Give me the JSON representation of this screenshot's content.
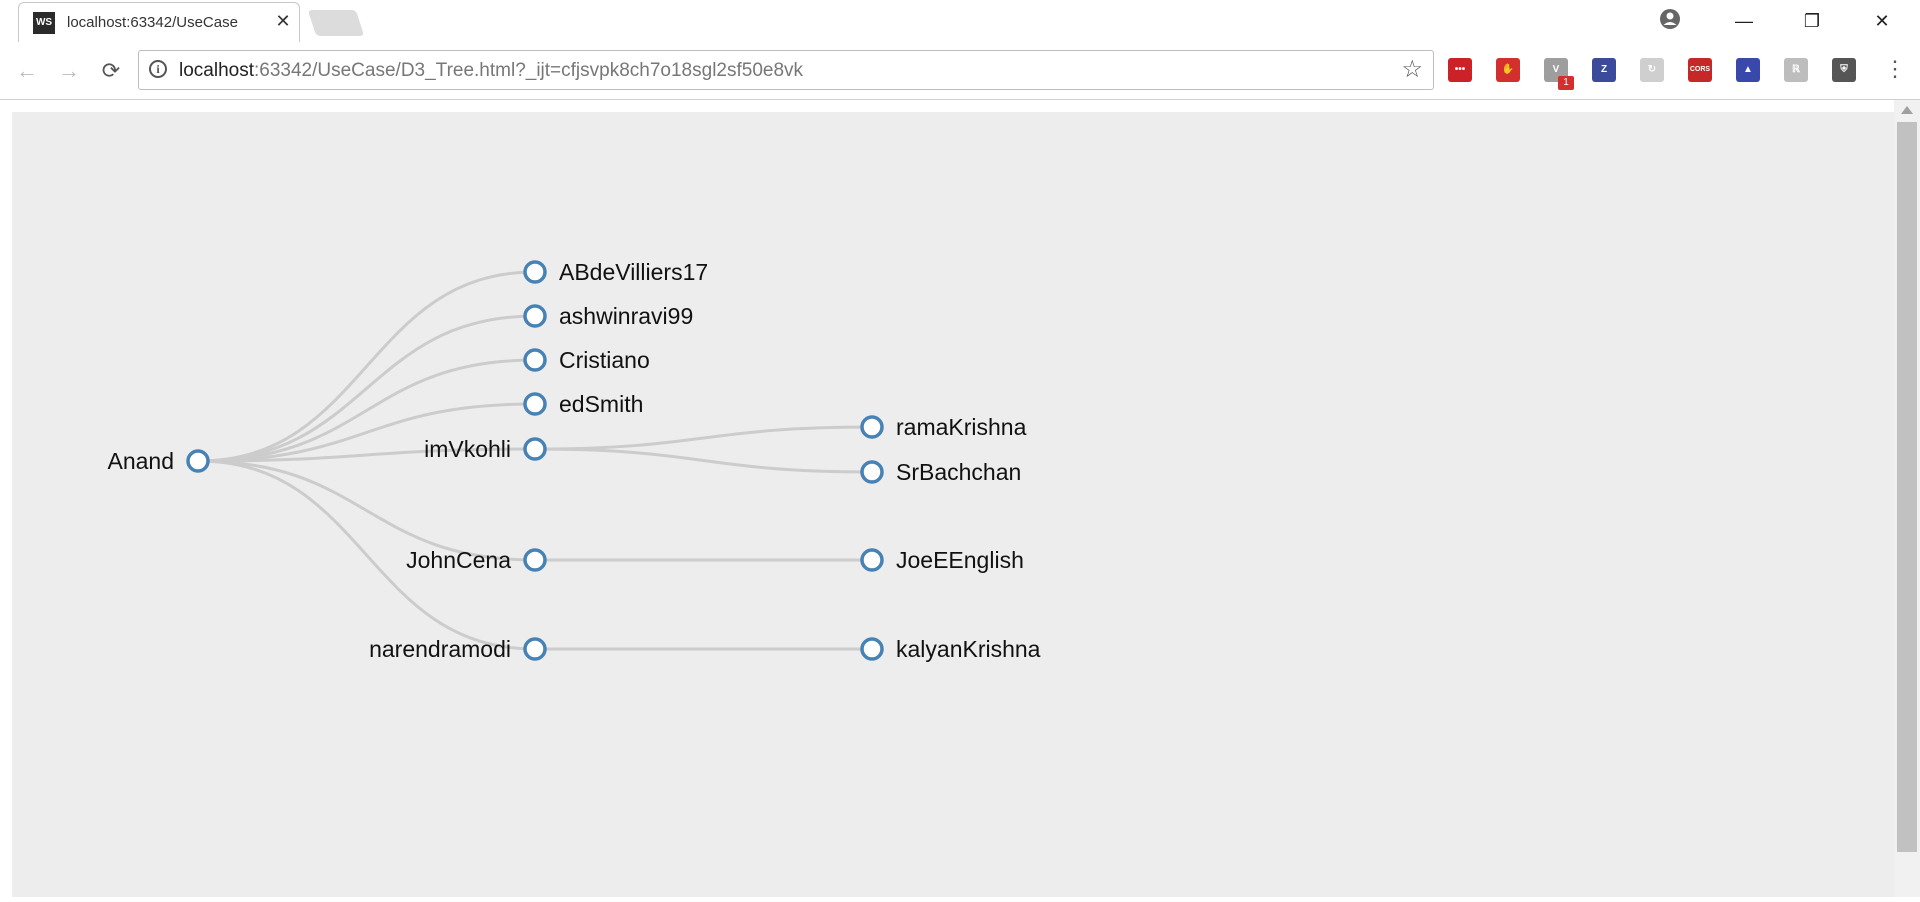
{
  "browser": {
    "tab": {
      "favicon_label": "WS",
      "title": "localhost:63342/UseCase",
      "close_glyph": "✕"
    },
    "window_controls": {
      "profile_icon": "profile-icon",
      "minimize": "—",
      "restore": "❐",
      "close": "✕"
    },
    "nav": {
      "back": "←",
      "forward": "→",
      "reload": "⟳"
    },
    "address": {
      "host": "localhost",
      "rest": ":63342/UseCase/D3_Tree.html?_ijt=cfjsvpk8ch7o18sgl2sf50e8vk"
    },
    "extensions": [
      {
        "name": "lastpass-extension-icon",
        "label": "•••",
        "color": "#cc2127"
      },
      {
        "name": "adblock-extension-icon",
        "label": "✋",
        "color": "#d32f2f"
      },
      {
        "name": "ublock-extension-icon",
        "label": "V",
        "color": "#9e9e9e",
        "badge": "1"
      },
      {
        "name": "zotero-extension-icon",
        "label": "Z",
        "color": "#3b4a9b"
      },
      {
        "name": "sync-extension-icon",
        "label": "↻",
        "color": "#cfcfcf"
      },
      {
        "name": "cors-extension-icon",
        "label": "CORS",
        "color": "#c62828"
      },
      {
        "name": "chart-extension-icon",
        "label": "▲",
        "color": "#3949ab"
      },
      {
        "name": "translate-extension-icon",
        "label": "ℝ",
        "color": "#bdbdbd"
      },
      {
        "name": "shield-extension-icon",
        "label": "⛨",
        "color": "#555555"
      }
    ]
  },
  "tree": {
    "root": "Anand",
    "children": [
      {
        "name": "ABdeVilliers17",
        "children": []
      },
      {
        "name": "ashwinravi99",
        "children": []
      },
      {
        "name": "Cristiano",
        "children": []
      },
      {
        "name": "edSmith",
        "children": []
      },
      {
        "name": "imVkohli",
        "children": [
          "ramaKrishna",
          "SrBachchan"
        ]
      },
      {
        "name": "JohnCena",
        "children": [
          "JoeEEnglish"
        ]
      },
      {
        "name": "narendramodi",
        "children": [
          "kalyanKrishna"
        ]
      }
    ],
    "colors": {
      "node_stroke": "#4682b4",
      "node_fill": "#ffffff",
      "link": "#cccccc",
      "background": "#ededed"
    }
  }
}
